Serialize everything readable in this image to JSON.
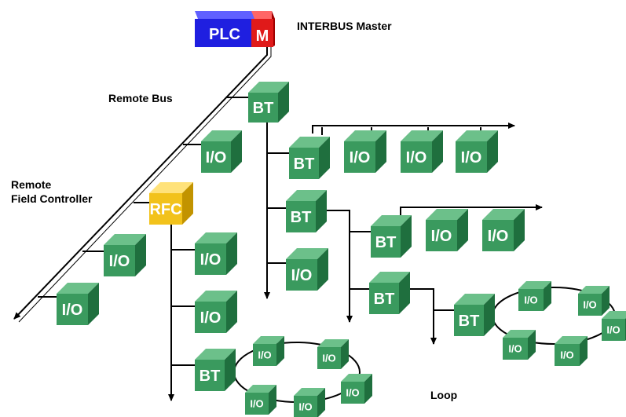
{
  "labels": {
    "master": "INTERBUS Master",
    "remote_bus": "Remote Bus",
    "rfc_line1": "Remote",
    "rfc_line2": "Field Controller",
    "loop": "Loop"
  },
  "master": {
    "plc": "PLC",
    "m": "M"
  },
  "nodes": {
    "bt": "BT",
    "io": "I/O",
    "rfc": "RFC"
  },
  "colors": {
    "plc": "#1f1fe0",
    "m": "#e01a1a",
    "module_front": "#3a9a5e",
    "module_top": "#6cc08a",
    "module_side": "#1f6f3e",
    "rfc_front": "#f2c21b",
    "rfc_top": "#ffe27a",
    "rfc_side": "#c29300",
    "line": "#000000"
  }
}
